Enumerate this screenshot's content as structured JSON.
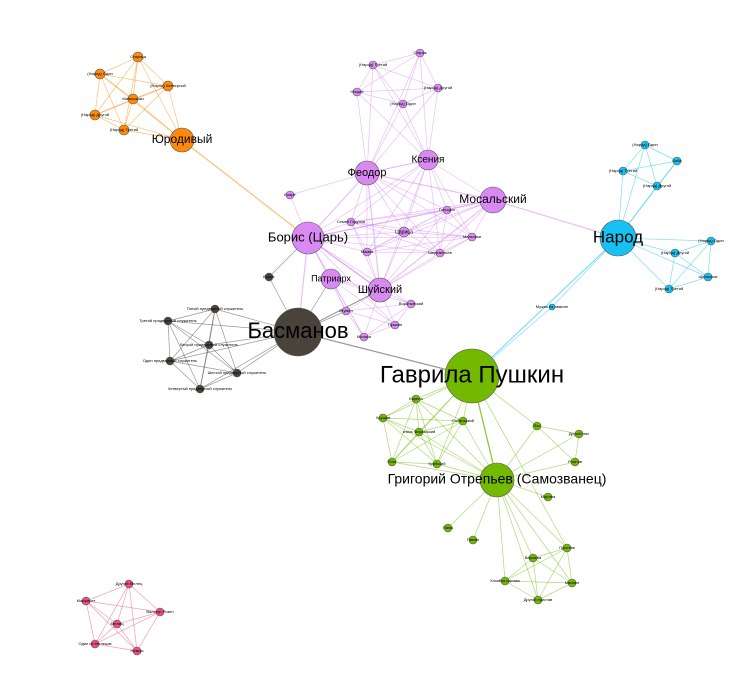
{
  "groups": {
    "orange": "#ff8a0a",
    "purple": "#d98af2",
    "dark": "#4a433c",
    "blue": "#17c2f2",
    "green": "#72b900",
    "pink": "#ec4f7b"
  },
  "nodes": [
    {
      "id": "o1",
      "label": "Старица",
      "group": "orange"
    },
    {
      "id": "o2",
      "label": "(Народ) Один",
      "group": "orange"
    },
    {
      "id": "o3",
      "label": "(Народ) Четвертый",
      "group": "orange"
    },
    {
      "id": "o4",
      "label": "Мальчишки",
      "group": "orange"
    },
    {
      "id": "o5",
      "label": "(Народ) Другой",
      "group": "orange"
    },
    {
      "id": "o6",
      "label": "(Народ) Третий",
      "group": "orange"
    },
    {
      "id": "yur",
      "label": "Юродивый",
      "group": "orange"
    },
    {
      "id": "p1",
      "label": "Старик",
      "group": "purple"
    },
    {
      "id": "p2",
      "label": "(Народ) Третий",
      "group": "purple"
    },
    {
      "id": "p3",
      "label": "Нищий",
      "group": "purple"
    },
    {
      "id": "p4",
      "label": "(Народ) Другой",
      "group": "purple"
    },
    {
      "id": "p5",
      "label": "(Народ) Один",
      "group": "purple"
    },
    {
      "id": "kse",
      "label": "Ксения",
      "group": "purple"
    },
    {
      "id": "feo",
      "label": "Феодор",
      "group": "purple"
    },
    {
      "id": "boy",
      "label": "Бояре",
      "group": "purple"
    },
    {
      "id": "mos",
      "label": "Мосальский",
      "group": "purple"
    },
    {
      "id": "gol",
      "label": "Голицын",
      "group": "purple"
    },
    {
      "id": "sem",
      "label": "Семен Годунов",
      "group": "purple"
    },
    {
      "id": "car",
      "label": "Царица",
      "group": "purple"
    },
    {
      "id": "mlc",
      "label": "Мальчики",
      "group": "purple"
    },
    {
      "id": "mal",
      "label": "Мамка",
      "group": "purple"
    },
    {
      "id": "sher",
      "label": "Шереметьев",
      "group": "purple"
    },
    {
      "id": "bor",
      "label": "Борис (Царь)",
      "group": "purple"
    },
    {
      "id": "pat",
      "label": "Патриарх",
      "group": "purple"
    },
    {
      "id": "shu",
      "label": "Шуйский",
      "group": "purple"
    },
    {
      "id": "vor",
      "label": "Воротынский",
      "group": "purple"
    },
    {
      "id": "push",
      "label": "Пушкин",
      "group": "purple"
    },
    {
      "id": "igu",
      "label": "Игумен",
      "group": "purple"
    },
    {
      "id": "mon",
      "label": "Монахи",
      "group": "purple"
    },
    {
      "id": "bas",
      "label": "Басманов",
      "group": "dark"
    },
    {
      "id": "d0",
      "label": "Бояре",
      "group": "dark"
    },
    {
      "id": "d1",
      "label": "Пятый придворный служитель",
      "group": "dark"
    },
    {
      "id": "d2",
      "label": "Третий придворный служитель",
      "group": "dark"
    },
    {
      "id": "d3",
      "label": "Второй придворный служитель",
      "group": "dark"
    },
    {
      "id": "d4",
      "label": "Один придворный служитель",
      "group": "dark"
    },
    {
      "id": "d5",
      "label": "Шестой придворный служитель",
      "group": "dark"
    },
    {
      "id": "d6",
      "label": "Четвертый придворный служитель",
      "group": "dark"
    },
    {
      "id": "nar",
      "label": "Народ",
      "group": "blue"
    },
    {
      "id": "b1",
      "label": "(Народ) Один",
      "group": "blue"
    },
    {
      "id": "b2",
      "label": "Баба",
      "group": "blue"
    },
    {
      "id": "b3",
      "label": "(Народ) Третий",
      "group": "blue"
    },
    {
      "id": "b4",
      "label": "(Народ) Другой",
      "group": "blue"
    },
    {
      "id": "b5",
      "label": "(Народ) Один",
      "group": "blue"
    },
    {
      "id": "b6",
      "label": "(Народ) Другой",
      "group": "blue"
    },
    {
      "id": "b7",
      "label": "Щелкалов",
      "group": "blue"
    },
    {
      "id": "b8",
      "label": "(Народ) Третий",
      "group": "blue"
    },
    {
      "id": "muz",
      "label": "Мужик на амвоне",
      "group": "blue"
    },
    {
      "id": "gav",
      "label": "Гаврила Пушкин",
      "group": "green"
    },
    {
      "id": "g1",
      "label": "Карела",
      "group": "green"
    },
    {
      "id": "g2",
      "label": "Хрущов",
      "group": "green"
    },
    {
      "id": "g3",
      "label": "князь Черкасский",
      "group": "green"
    },
    {
      "id": "g4",
      "label": "Собаньский",
      "group": "green"
    },
    {
      "id": "g5",
      "label": "Поэт",
      "group": "green"
    },
    {
      "id": "g6",
      "label": "Курбский",
      "group": "green"
    },
    {
      "id": "gri",
      "label": "Григорий Отрепьев (Самозванец)",
      "group": "green"
    },
    {
      "id": "g7",
      "label": "Лях",
      "group": "green"
    },
    {
      "id": "g8",
      "label": "Другой лях",
      "group": "green"
    },
    {
      "id": "g9",
      "label": "Рожнов",
      "group": "green"
    },
    {
      "id": "g10",
      "label": "Марина",
      "group": "green"
    },
    {
      "id": "g11",
      "label": "Паны",
      "group": "green"
    },
    {
      "id": "g12",
      "label": "Пимен",
      "group": "green"
    },
    {
      "id": "g13",
      "label": "Пристав",
      "group": "green"
    },
    {
      "id": "g14",
      "label": "Варлаам",
      "group": "green"
    },
    {
      "id": "g15",
      "label": "Хозяйка корчмы",
      "group": "green"
    },
    {
      "id": "g16",
      "label": "Мисаил",
      "group": "green"
    },
    {
      "id": "g17",
      "label": "Другой пристав",
      "group": "green"
    },
    {
      "id": "k1",
      "label": "Другой беглец",
      "group": "pink"
    },
    {
      "id": "k2",
      "label": "Маржерет",
      "group": "pink"
    },
    {
      "id": "k3",
      "label": "Вальтер Розен",
      "group": "pink"
    },
    {
      "id": "k4",
      "label": "Беглец",
      "group": "pink"
    },
    {
      "id": "k5",
      "label": "Один из беглецов",
      "group": "pink"
    },
    {
      "id": "k6",
      "label": "Немцы",
      "group": "pink"
    }
  ],
  "cliques": [
    [
      "o1",
      "o2",
      "o3",
      "o4",
      "o5",
      "o6",
      "yur"
    ],
    [
      "p1",
      "p2",
      "p3",
      "p4",
      "p5",
      "kse",
      "feo"
    ],
    [
      "feo",
      "kse",
      "bor",
      "mos",
      "gol",
      "sem",
      "car",
      "mlc",
      "mal",
      "sher",
      "shu"
    ],
    [
      "shu",
      "vor",
      "push",
      "igu",
      "mon",
      "pat",
      "bor"
    ],
    [
      "d1",
      "d2",
      "d3",
      "d4",
      "d5",
      "d6",
      "bas"
    ],
    [
      "nar",
      "b1",
      "b2",
      "b3",
      "b4"
    ],
    [
      "nar",
      "b5",
      "b6",
      "b7",
      "b8"
    ],
    [
      "gav",
      "g1",
      "g2",
      "g3",
      "g4",
      "g5",
      "g6",
      "gri"
    ],
    [
      "gri",
      "g7",
      "g8",
      "g9"
    ],
    [
      "gri",
      "g13",
      "g14",
      "g15",
      "g16",
      "g17"
    ],
    [
      "k1",
      "k2",
      "k3",
      "k4",
      "k5",
      "k6"
    ]
  ],
  "edges": [
    [
      "yur",
      "bor"
    ],
    [
      "bor",
      "boy"
    ],
    [
      "boy",
      "feo"
    ],
    [
      "bor",
      "bas"
    ],
    [
      "d0",
      "bas"
    ],
    [
      "d0",
      "bor"
    ],
    [
      "bas",
      "pat"
    ],
    [
      "bas",
      "shu"
    ],
    [
      "bas",
      "igu"
    ],
    [
      "bas",
      "gav"
    ],
    [
      "mos",
      "nar"
    ],
    [
      "nar",
      "muz"
    ],
    [
      "muz",
      "gav"
    ],
    [
      "nar",
      "gav"
    ],
    [
      "gav",
      "gri"
    ],
    [
      "gav",
      "g7"
    ],
    [
      "gri",
      "g10"
    ],
    [
      "gri",
      "g11"
    ],
    [
      "gri",
      "g12"
    ],
    [
      "gav",
      "g13"
    ]
  ]
}
